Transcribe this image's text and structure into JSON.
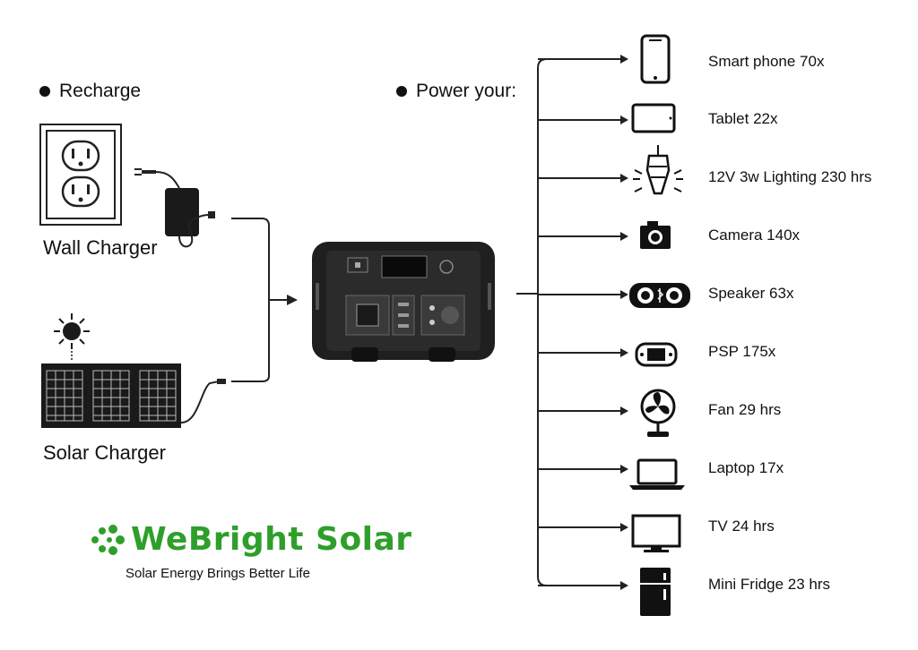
{
  "recharge": {
    "heading": "Recharge",
    "wall_charger": "Wall Charger",
    "solar_charger": "Solar Charger"
  },
  "power": {
    "heading": "Power your:"
  },
  "devices": [
    {
      "icon": "smartphone-icon",
      "label": "Smart phone  70x"
    },
    {
      "icon": "tablet-icon",
      "label": "Tablet  22x"
    },
    {
      "icon": "lamp-icon",
      "label": "12V 3w Lighting  230 hrs"
    },
    {
      "icon": "camera-icon",
      "label": "Camera  140x"
    },
    {
      "icon": "speaker-icon",
      "label": "Speaker 63x"
    },
    {
      "icon": "psp-icon",
      "label": "PSP  175x"
    },
    {
      "icon": "fan-icon",
      "label": "Fan 29 hrs"
    },
    {
      "icon": "laptop-icon",
      "label": "Laptop  17x"
    },
    {
      "icon": "tv-icon",
      "label": "TV  24 hrs"
    },
    {
      "icon": "fridge-icon",
      "label": "Mini Fridge  23 hrs"
    }
  ],
  "brand": {
    "name": "WeBright Solar",
    "tagline": "Solar Energy Brings Better Life",
    "color": "#2e9f2a"
  }
}
